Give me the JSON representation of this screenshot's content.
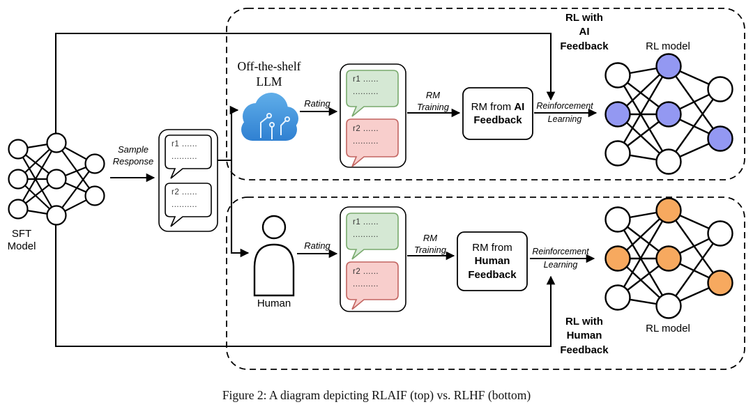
{
  "caption": "Figure 2: A diagram depicting RLAIF (top) vs. RLHF (bottom)",
  "sft": {
    "label": "SFT\nModel"
  },
  "llm": {
    "label": "Off-the-shelf\nLLM"
  },
  "human": {
    "label": "Human"
  },
  "flow": {
    "sample_response": "Sample\nResponse",
    "rating_top": "Rating",
    "rating_bottom": "Rating",
    "rm_training_top": "RM\nTraining",
    "rm_training_bottom": "RM\nTraining",
    "reinforcement_top": "Reinforcement\nLearning",
    "reinforcement_bottom": "Reinforcement\nLearning"
  },
  "rm_ai_box": {
    "prefix": "RM from",
    "bold_inline": "AI",
    "bold_line": "Feedback"
  },
  "rm_human_box": {
    "line1": "RM from",
    "line2": "Human",
    "line3": "Feedback"
  },
  "regions": {
    "rlaif": "RL with\nAI\nFeedback",
    "rlhf": "RL with\nHuman\nFeedback"
  },
  "rl_model_top": "RL model",
  "rl_model_bottom": "RL model",
  "bubbles": {
    "r1_line1": "r1 ......",
    "r2_line1": "r2 ......",
    "line2": ".........."
  },
  "colors": {
    "ai_node_fill": "#9398f2",
    "human_node_fill": "#f7a95f",
    "bubble_green_fill": "#d5e8d4",
    "bubble_green_stroke": "#78a96c",
    "bubble_red_fill": "#f8cecc",
    "bubble_red_stroke": "#c26460",
    "cloud_light": "#62b0ea",
    "cloud_dark": "#2e7fd1",
    "circuit": "#e8f4ff"
  },
  "networks": {
    "sft": {
      "layers": [
        3,
        3,
        2
      ],
      "colored_nodes": []
    },
    "rl_ai": {
      "layers": [
        3,
        3,
        2
      ],
      "colored_nodes": [
        [
          1,
          0
        ],
        [
          0,
          1
        ],
        [
          1,
          1
        ],
        [
          2,
          1
        ]
      ],
      "color_key": "ai_node_fill"
    },
    "rl_human": {
      "layers": [
        3,
        3,
        2
      ],
      "colored_nodes": [
        [
          1,
          0
        ],
        [
          0,
          1
        ],
        [
          1,
          1
        ],
        [
          2,
          1
        ]
      ],
      "color_key": "human_node_fill"
    }
  }
}
